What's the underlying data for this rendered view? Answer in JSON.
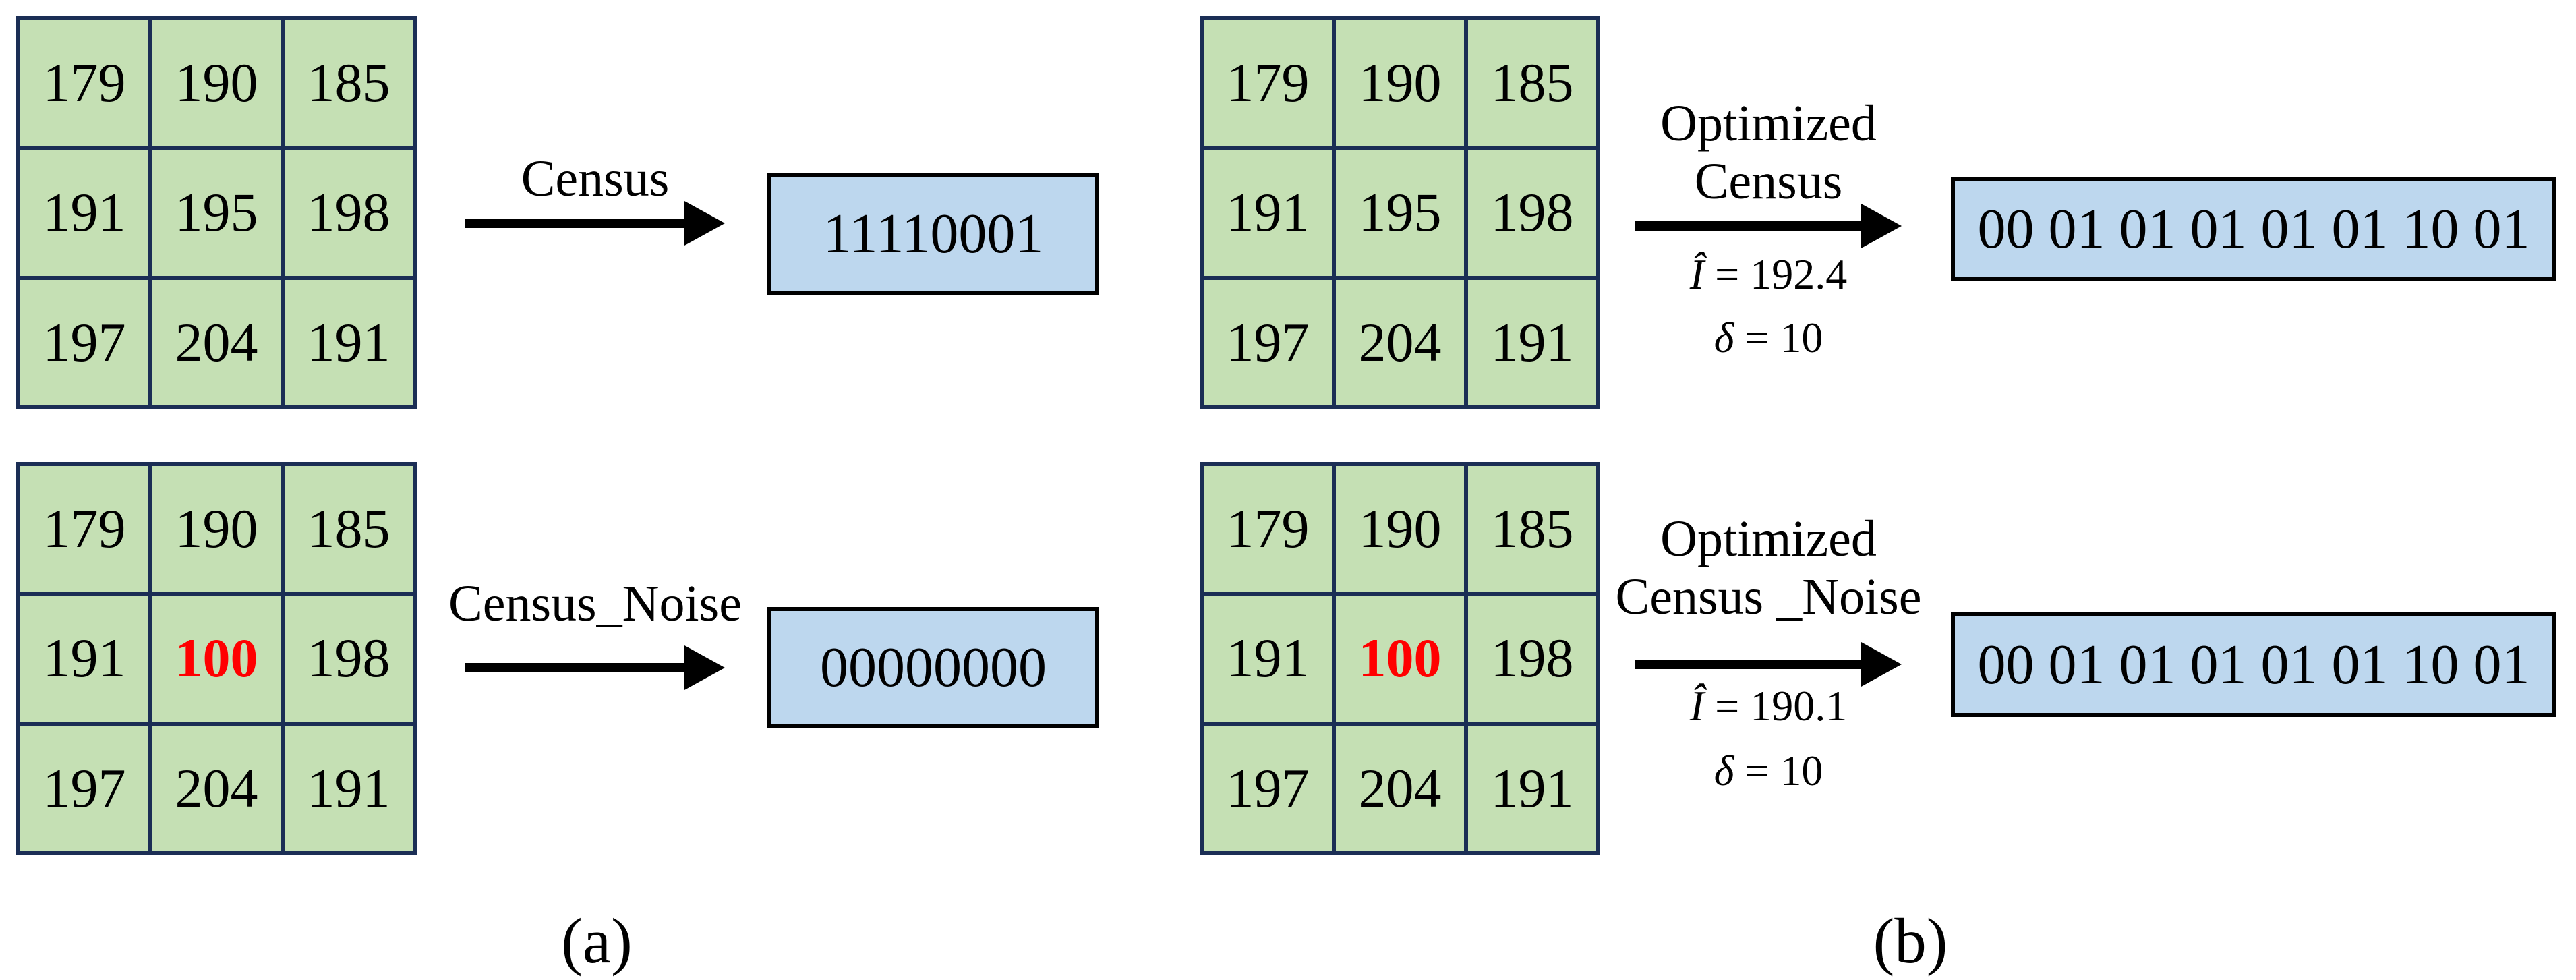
{
  "figure": {
    "panel_a": {
      "caption": "(a)",
      "row1": {
        "transform_label": "Census",
        "result_code": "11110001"
      },
      "row2": {
        "transform_label": "Census_Noise",
        "result_code": "00000000"
      }
    },
    "panel_b": {
      "caption": "(b)",
      "row1": {
        "transform_label_line1": "Optimized",
        "transform_label_line2": "Census",
        "mean_intensity": "Î = 192.4",
        "delta": "δ = 10",
        "result_code": "00 01 01 01 01 01 10 01"
      },
      "row2": {
        "transform_label_line1": "Optimized",
        "transform_label_line2": "Census _Noise",
        "mean_intensity": "Î = 190.1",
        "delta": "δ = 10",
        "result_code": "00 01 01 01 01 01 10 01"
      }
    }
  },
  "matrices": {
    "clean": {
      "rows": [
        [
          "179",
          "190",
          "185"
        ],
        [
          "191",
          "195",
          "198"
        ],
        [
          "197",
          "204",
          "191"
        ]
      ]
    },
    "noisy": {
      "rows": [
        [
          "179",
          "190",
          "185"
        ],
        [
          "191",
          "100",
          "198"
        ],
        [
          "197",
          "204",
          "191"
        ]
      ],
      "noise_value": "100"
    }
  },
  "colors": {
    "cell_fill": "#C5E0B4",
    "grid_line": "#1B2E55",
    "result_fill": "#BDD7EE",
    "result_border": "#000000",
    "noise_text": "#FF0000"
  }
}
